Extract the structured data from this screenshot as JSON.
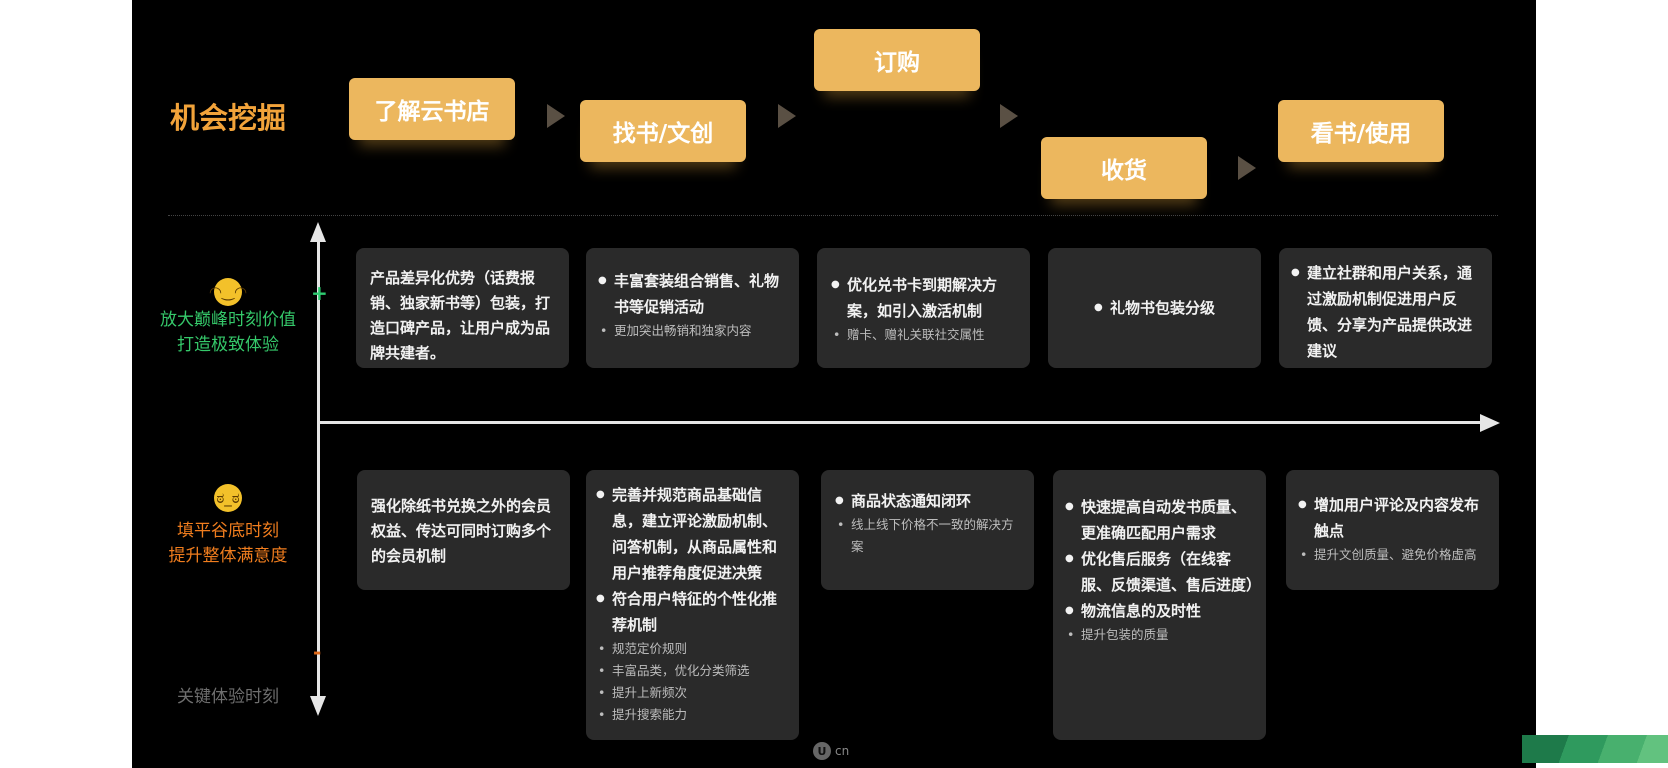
{
  "title": "机会挖掘",
  "stages": [
    "了解云书店",
    "找书/文创",
    "订购",
    "收货",
    "看书/使用"
  ],
  "axis": {
    "plus": "+",
    "minus": "-",
    "top_label_lines": [
      "放大巅峰时刻价值",
      "打造极致体验"
    ],
    "bottom_label_lines": [
      "填平谷底时刻",
      "提升整体满意度"
    ],
    "key_moment": "关键体验时刻"
  },
  "top_cards": [
    {
      "paragraph": "产品差异化优势（话费报销、独家新书等）包装，打造口碑产品，让用户成为品牌共建者。"
    },
    {
      "bullets": [
        "丰富套装组合销售、礼物书等促销活动"
      ],
      "subs": [
        "更加突出畅销和独家内容"
      ]
    },
    {
      "bullets": [
        "优化兑书卡到期解决方案，如引入激活机制"
      ],
      "subs": [
        "赠卡、赠礼关联社交属性"
      ]
    },
    {
      "bullets": [
        "礼物书包装分级"
      ]
    },
    {
      "bullets": [
        "建立社群和用户关系，通过激励机制促进用户反馈、分享为产品提供改进建议"
      ]
    }
  ],
  "bottom_cards": [
    {
      "paragraph": "强化除纸书兑换之外的会员权益、传达可同时订购多个的会员机制"
    },
    {
      "bullets": [
        "完善并规范商品基础信息，建立评论激励机制、问答机制，从商品属性和用户推荐角度促进决策",
        "符合用户特征的个性化推荐机制"
      ],
      "subs": [
        "规范定价规则",
        "丰富品类，优化分类筛选",
        "提升上新频次",
        "提升搜索能力"
      ]
    },
    {
      "bullets": [
        "商品状态通知闭环"
      ],
      "subs": [
        "线上线下价格不一致的解决方案"
      ]
    },
    {
      "bullets": [
        "快速提高自动发书质量、更准确匹配用户需求",
        "优化售后服务（在线客服、反馈渠道、售后进度）",
        "物流信息的及时性"
      ],
      "subs": [
        "提升包装的质量"
      ]
    },
    {
      "bullets": [
        "增加用户评论及内容发布触点"
      ],
      "subs": [
        "提升文创质量、避免价格虚高"
      ]
    }
  ],
  "watermark": "cn",
  "colors": {
    "background": "#000000",
    "accent_orange": "#f2a33a",
    "stage_fill": "#ecb75e",
    "positive_green": "#35c86a",
    "negative_orange": "#f07d1e",
    "card_fill": "#2a2a2a"
  }
}
